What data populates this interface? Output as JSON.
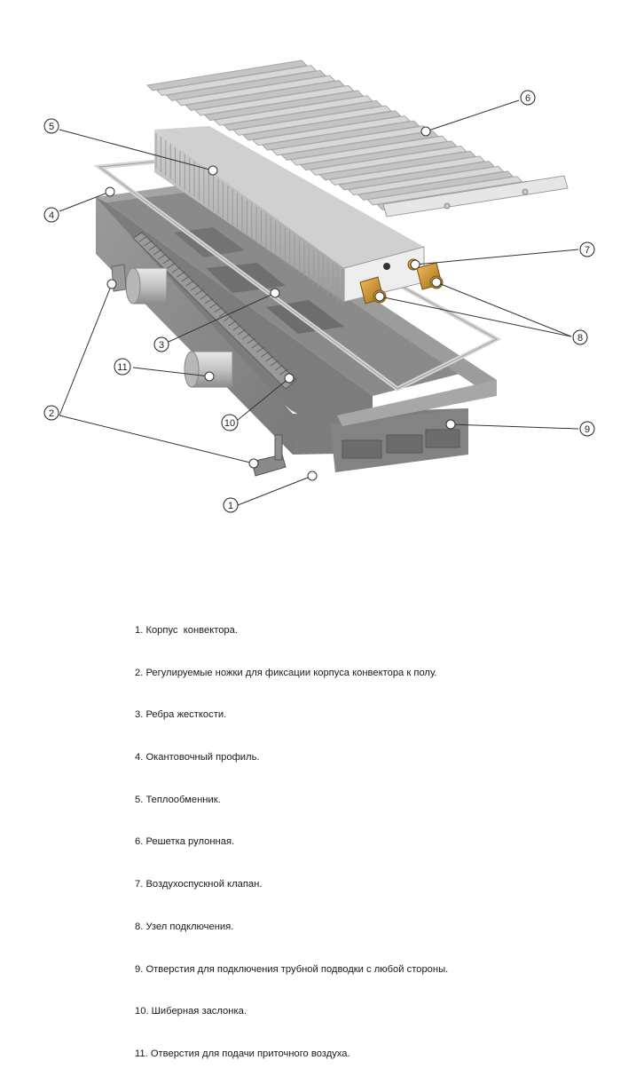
{
  "callouts": [
    "1",
    "2",
    "3",
    "4",
    "5",
    "6",
    "7",
    "8",
    "9",
    "10",
    "11"
  ],
  "legend": [
    "1. Корпус  конвектора.",
    "2. Регулируемые ножки для фиксации корпуса конвектора к полу.",
    "3. Ребра жесткости.",
    "4. Окантовочный профиль.",
    "5. Теплообменник.",
    "6. Решетка рулонная.",
    "7. Воздухоспускной клапан.",
    "8. Узел подключения.",
    "9. Отверстия для подключения трубной подводки с любой стороны.",
    "10. Шиберная заслонка.",
    "11. Отверстия для подачи приточного воздуха."
  ],
  "colors": {
    "background": "#ffffff",
    "housing": "#8e8e8e",
    "housing_dark": "#6f6f6f",
    "housing_light": "#a8a8a8",
    "grille": "#c9c9c9",
    "frame": "#e6e6e6",
    "heat_exchanger": "#b5b5b5",
    "brass": "#c8902a",
    "leader": "#333333"
  }
}
